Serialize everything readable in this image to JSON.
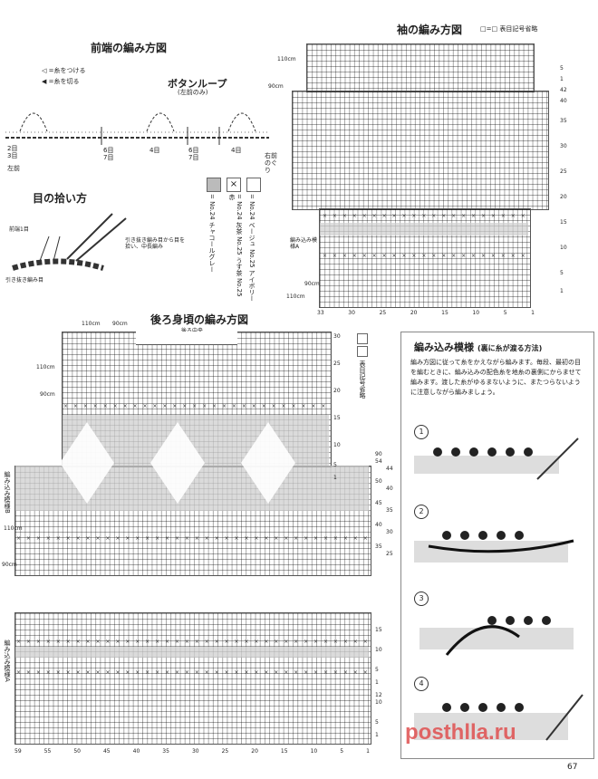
{
  "front": {
    "title": "前端の編み方図",
    "legend_attach": "=糸をつける",
    "legend_cut": "=糸を切る",
    "button_loop": "ボタンループ",
    "button_loop_note": "(左前のみ)",
    "m1": "6目",
    "m2": "7目",
    "m3": "4目",
    "m4": "6目",
    "m5": "7目",
    "m6": "4目",
    "m_left_a": "2目",
    "m_left_b": "3目",
    "side_left": "左前",
    "side_right": "右前のぐり"
  },
  "pickup": {
    "title": "目の拾い方",
    "front1": "前端1目",
    "desc": "引き抜き編み目から目を拾い、中長編み",
    "bottom": "引き抜き編み目"
  },
  "colors": {
    "c1_box": "■",
    "c1_label": "= No.24 チャコールグレー",
    "c2_box": "×",
    "c2_label": "= No.24 灰茶 No.25 うす茶 No.25 赤",
    "c3_box": "□",
    "c3_label": "= No.24 ベージュ No.25 アイボリー"
  },
  "sleeve": {
    "title": "袖の編み方図",
    "legend": "□=□ 表目記号省略",
    "top_left": "110cm",
    "left_mid": "90cm",
    "pattern_label": "編み込み模様A",
    "lower_left": "90cm",
    "bottom_left": "110cm",
    "r_numbers": [
      "5",
      "1",
      "42",
      "40",
      "35",
      "30",
      "25",
      "20",
      "15",
      "10",
      "5",
      "1"
    ],
    "b_numbers": [
      "33",
      "30",
      "25",
      "20",
      "15",
      "10",
      "5",
      "1"
    ]
  },
  "back": {
    "title": "後ろ身頃の編み方図",
    "top1": "110cm",
    "top2": "90cm",
    "top3": "90cm",
    "center": "後ろ中央",
    "left_110": "110cm",
    "left_90": "90cm",
    "legend": "表目記号省略",
    "side_label": "編み込み模様B",
    "left_110b": "110cm",
    "left_90b": "90cm",
    "side_label2": "編み込み模様A",
    "r_top": [
      "30",
      "25",
      "20",
      "15",
      "10",
      "5",
      "1"
    ],
    "r_mid": [
      "90",
      "54",
      "50",
      "45",
      "40",
      "35"
    ],
    "r_mid2": [
      "44",
      "40",
      "35",
      "30",
      "25"
    ],
    "r_bottom": [
      "15",
      "10",
      "5",
      "1",
      "12",
      "10",
      "5",
      "1"
    ],
    "b_numbers": [
      "59",
      "55",
      "50",
      "45",
      "40",
      "35",
      "30",
      "25",
      "20",
      "15",
      "10",
      "5",
      "1"
    ]
  },
  "panel": {
    "title": "編み込み模様",
    "subtitle": "(裏に糸が渡る方法)",
    "body": "編み方図に従って糸をかえながら編みます。毎段、最初の目を編むときに、編み込みの配色糸を地糸の裏側にからませて編みます。渡した糸がゆるまないように、またつらないように注意しながら編みましょう。",
    "s1": "1",
    "s2": "2",
    "s3": "3",
    "s4": "4",
    "watermark": "posthlla.ru"
  },
  "page_number": "67"
}
